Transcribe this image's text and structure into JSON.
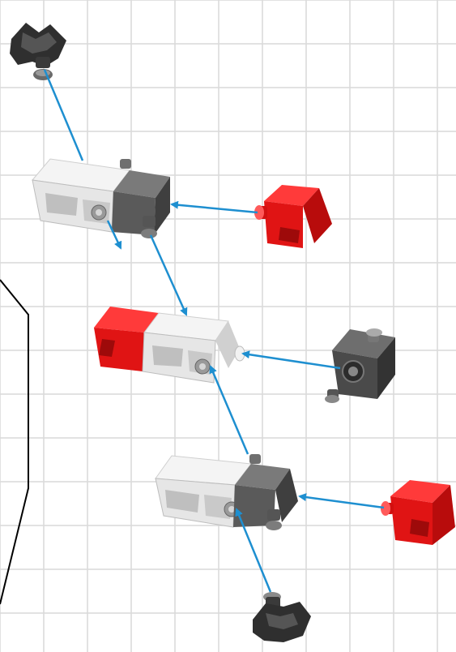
{
  "diagram": {
    "kind": "assembly-instructions",
    "colors": {
      "grid": "#d9d9d9",
      "arrow": "#1e8fd0",
      "red_part": "#e01414",
      "dark_part": "#444444",
      "light_part": "#e9e9e9",
      "outline": "#000000"
    },
    "parts": [
      {
        "name": "dark-clip-top",
        "color": "dark"
      },
      {
        "name": "assembly-block-1",
        "color": "light-dark"
      },
      {
        "name": "red-clip-1",
        "color": "red"
      },
      {
        "name": "assembly-block-2",
        "color": "red-light"
      },
      {
        "name": "dark-cube",
        "color": "dark"
      },
      {
        "name": "assembly-block-3",
        "color": "light-dark"
      },
      {
        "name": "red-cube",
        "color": "red"
      },
      {
        "name": "dark-clip-bottom",
        "color": "dark"
      }
    ]
  }
}
